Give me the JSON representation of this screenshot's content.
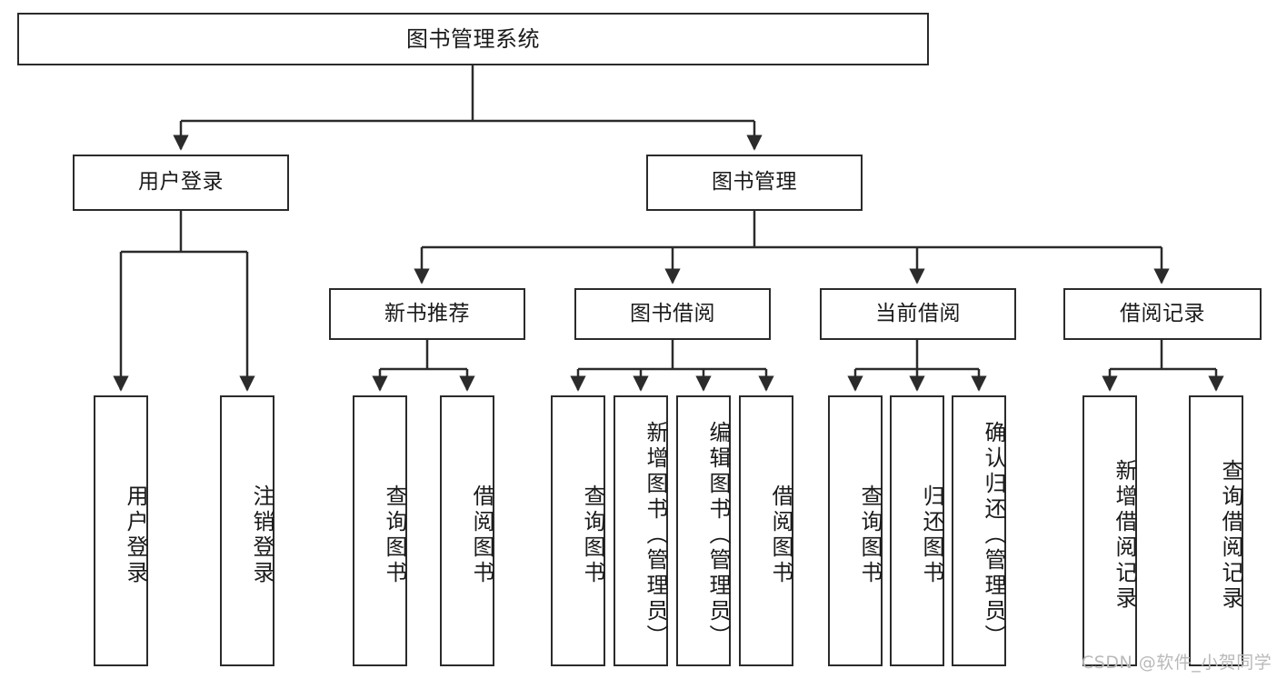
{
  "diagram": {
    "type": "tree-hierarchy",
    "title": "图书管理系统",
    "root": {
      "label": "图书管理系统"
    },
    "level1": [
      {
        "id": "user-login",
        "label": "用户登录"
      },
      {
        "id": "book-management",
        "label": "图书管理"
      }
    ],
    "level2": [
      {
        "id": "new-book-recommend",
        "label": "新书推荐",
        "parent": "book-management"
      },
      {
        "id": "book-borrow",
        "label": "图书借阅",
        "parent": "book-management"
      },
      {
        "id": "current-borrow",
        "label": "当前借阅",
        "parent": "book-management"
      },
      {
        "id": "borrow-record",
        "label": "借阅记录",
        "parent": "book-management"
      }
    ],
    "leaves": [
      {
        "id": "leaf-user-login",
        "label": "用户登录",
        "parent": "user-login"
      },
      {
        "id": "leaf-logout",
        "label": "注销登录",
        "parent": "user-login"
      },
      {
        "id": "leaf-query-book-1",
        "label": "查询图书",
        "parent": "new-book-recommend"
      },
      {
        "id": "leaf-borrow-book-1",
        "label": "借阅图书",
        "parent": "new-book-recommend"
      },
      {
        "id": "leaf-query-book-2",
        "label": "查询图书",
        "parent": "book-borrow"
      },
      {
        "id": "leaf-add-book",
        "label": "新增图书（管理员）",
        "parent": "book-borrow"
      },
      {
        "id": "leaf-edit-book",
        "label": "编辑图书（管理员）",
        "parent": "book-borrow"
      },
      {
        "id": "leaf-borrow-book-2",
        "label": "借阅图书",
        "parent": "book-borrow"
      },
      {
        "id": "leaf-query-book-3",
        "label": "查询图书",
        "parent": "current-borrow"
      },
      {
        "id": "leaf-return-book",
        "label": "归还图书",
        "parent": "current-borrow"
      },
      {
        "id": "leaf-confirm-return",
        "label": "确认归还（管理员）",
        "parent": "current-borrow"
      },
      {
        "id": "leaf-add-record",
        "label": "新增借阅记录",
        "parent": "borrow-record"
      },
      {
        "id": "leaf-query-record",
        "label": "查询借阅记录",
        "parent": "borrow-record"
      }
    ],
    "colors": {
      "stroke": "#2b2b2b",
      "fill": "#ffffff",
      "text": "#1a1a1a",
      "watermark": "#b9b9b9"
    }
  },
  "watermark": {
    "text": "CSDN @软件_小贺同学"
  }
}
